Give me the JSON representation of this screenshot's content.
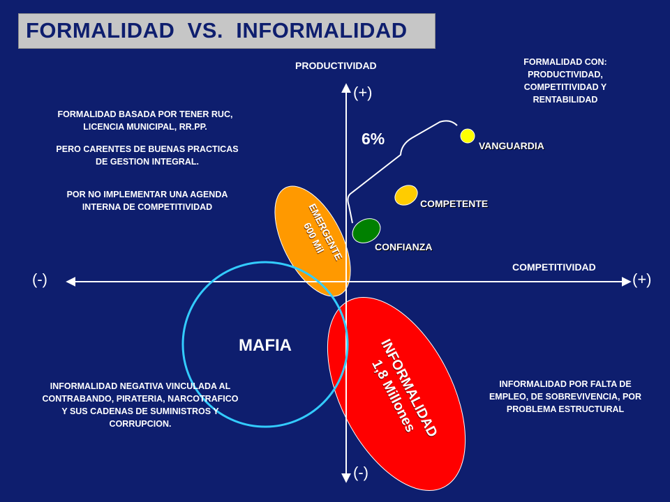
{
  "title": "FORMALIDAD  VS.  INFORMALIDAD",
  "axes": {
    "y_label": "PRODUCTIVIDAD",
    "x_label": "COMPETITIVIDAD",
    "y_plus": "(+)",
    "y_minus": "(-)",
    "x_plus": "(+)",
    "x_minus": "(-)"
  },
  "notes": {
    "top_left_1": "FORMALIDAD BASADA POR TENER RUC, LICENCIA MUNICIPAL, RR.PP.",
    "top_left_2": "PERO CARENTES DE BUENAS PRACTICAS DE GESTION INTEGRAL.",
    "top_left_3": "POR NO IMPLEMENTAR UNA AGENDA INTERNA DE COMPETITIVIDAD",
    "top_right": "FORMALIDAD CON: PRODUCTIVIDAD, COMPETITIVIDAD Y RENTABILIDAD",
    "bottom_left": "INFORMALIDAD NEGATIVA VINCULADA AL CONTRABANDO, PIRATERIA, NARCOTRAFICO Y SUS CADENAS DE SUMINISTROS Y CORRUPCION.",
    "bottom_right": "INFORMALIDAD POR FALTA DE EMPLEO, DE SOBREVIVENCIA, POR PROBLEMA ESTRUCTURAL"
  },
  "tiers": {
    "vanguardia": "VANGUARDIA",
    "competente": "COMPETENTE",
    "confianza": "CONFIANZA",
    "percent": "6%"
  },
  "groups": {
    "emergente_line1": "EMERGENTE",
    "emergente_line2": "600 Mil",
    "informalidad_line1": "INFORMALIDAD",
    "informalidad_line2": "1,8 Millones",
    "mafia": "MAFIA"
  },
  "colors": {
    "background": "#0e1e6e",
    "emergente": "#ff9900",
    "informalidad": "#ff0000",
    "mafia_ring": "#33ccff",
    "vanguardia": "#ffff00",
    "competente": "#ffcc00",
    "confianza": "#008000"
  }
}
